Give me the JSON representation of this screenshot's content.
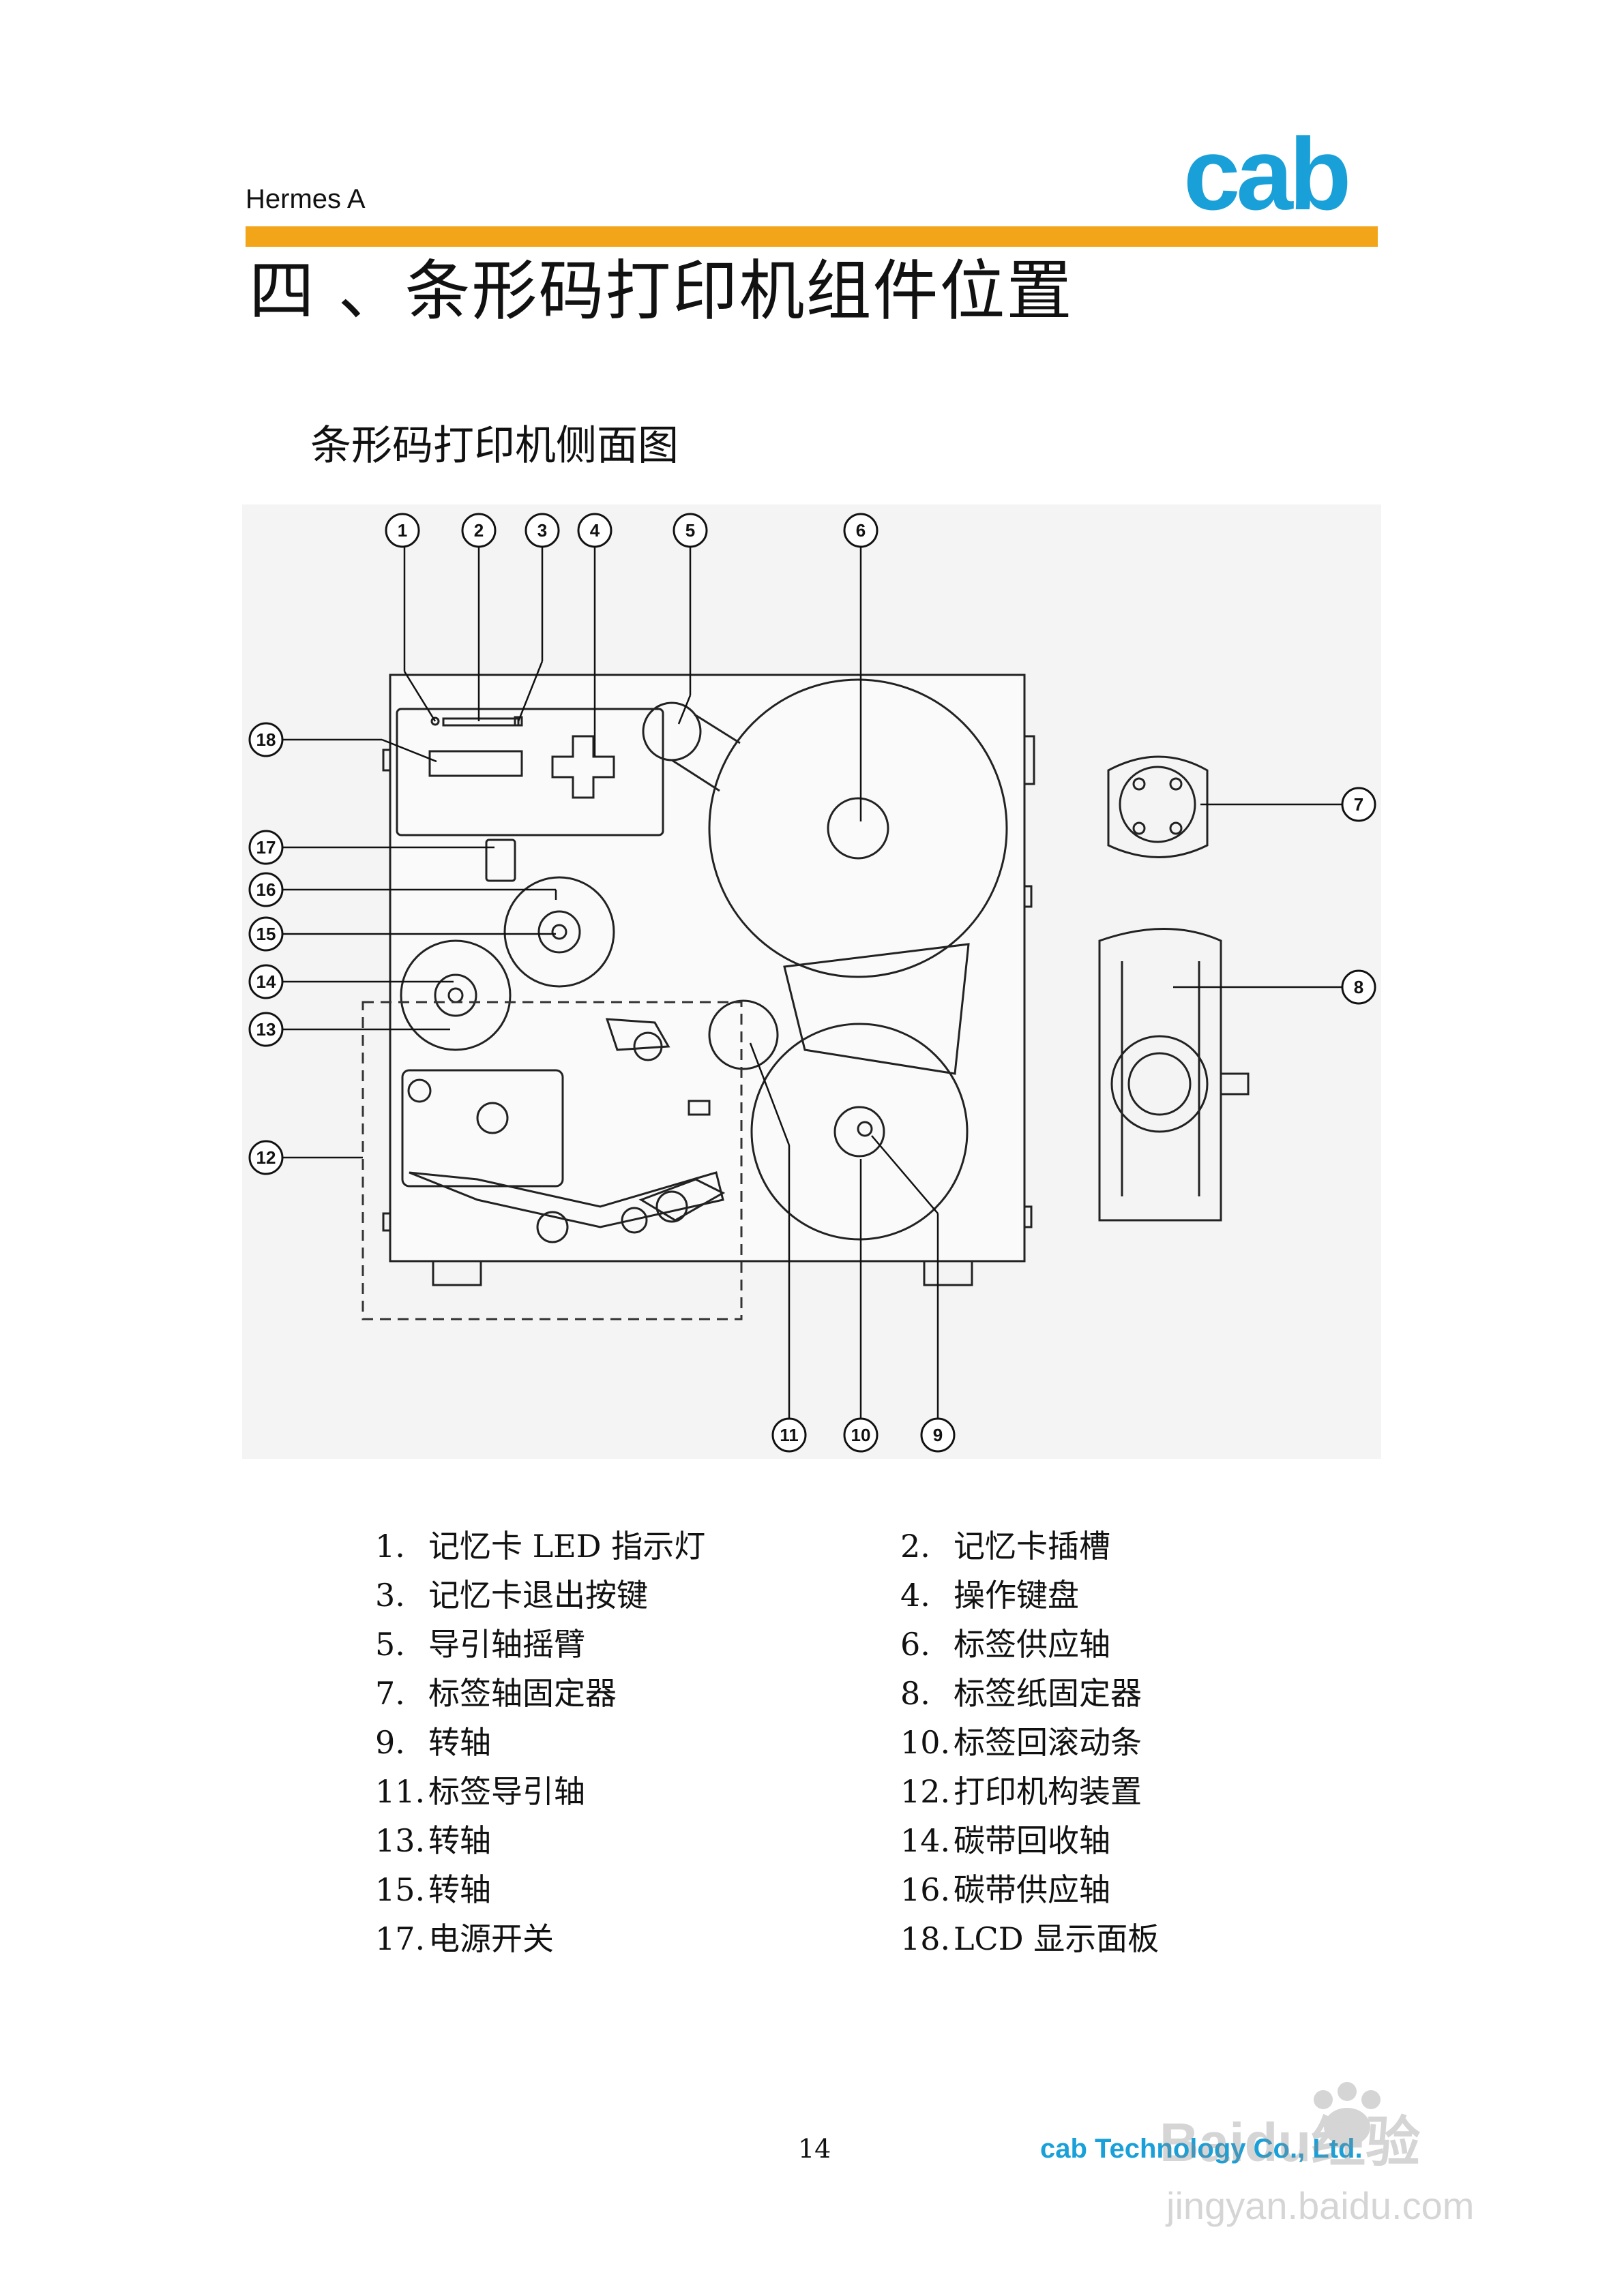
{
  "header": {
    "product": "Hermes A",
    "logo_text": "cab",
    "accent_color": "#f3a51a",
    "brand_color": "#1aa0d8"
  },
  "title": "四 、条形码打印机组件位置",
  "figure": {
    "caption": "条形码打印机侧面图",
    "callouts": [
      "1",
      "2",
      "3",
      "4",
      "5",
      "6",
      "7",
      "8",
      "9",
      "10",
      "11",
      "12",
      "13",
      "14",
      "15",
      "16",
      "17",
      "18"
    ]
  },
  "legend": [
    {
      "num": "1.",
      "text": "记忆卡 LED 指示灯"
    },
    {
      "num": "2.",
      "text": "记忆卡插槽"
    },
    {
      "num": "3.",
      "text": "记忆卡退出按键"
    },
    {
      "num": "4.",
      "text": "操作键盘"
    },
    {
      "num": "5.",
      "text": "导引轴摇臂"
    },
    {
      "num": "6.",
      "text": "标签供应轴"
    },
    {
      "num": "7.",
      "text": "标签轴固定器"
    },
    {
      "num": "8.",
      "text": "标签纸固定器"
    },
    {
      "num": "9.",
      "text": "转轴"
    },
    {
      "num": "10.",
      "text": "标签回滚动条"
    },
    {
      "num": "11.",
      "text": "标签导引轴"
    },
    {
      "num": "12.",
      "text": "打印机构装置"
    },
    {
      "num": "13.",
      "text": "转轴"
    },
    {
      "num": "14.",
      "text": "碳带回收轴"
    },
    {
      "num": "15.",
      "text": "转轴"
    },
    {
      "num": "16.",
      "text": "碳带供应轴"
    },
    {
      "num": "17.",
      "text": "电源开关"
    },
    {
      "num": "18.",
      "text": "LCD 显示面板"
    }
  ],
  "footer": {
    "page_number": "14",
    "company": "cab Technology Co., Ltd."
  },
  "watermark": {
    "brand": "Baidu经验",
    "url": "jingyan.baidu.com"
  }
}
